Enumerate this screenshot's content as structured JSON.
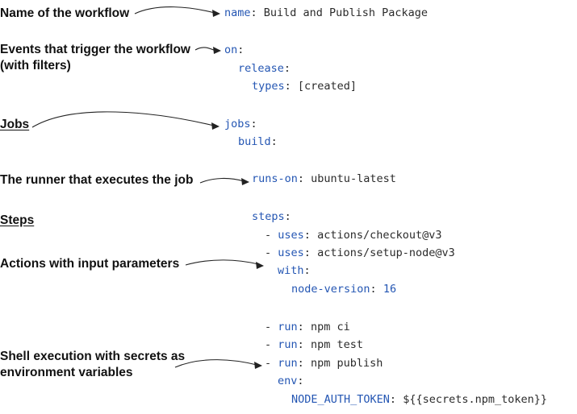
{
  "annotations": {
    "name": "Name of the workflow",
    "events_1": "Events that trigger the workflow",
    "events_2": "(with filters)",
    "jobs": "Jobs",
    "runner": "The runner that executes the job",
    "steps": "Steps",
    "actions": "Actions with input parameters",
    "shell_1": "Shell execution with secrets as",
    "shell_2": "environment variables"
  },
  "yaml": {
    "name_key": "name",
    "name_val": "Build and Publish Package",
    "on_key": "on",
    "release_key": "release",
    "types_key": "types",
    "types_val": "[created]",
    "jobs_key": "jobs",
    "build_key": "build",
    "runs_on_key": "runs-on",
    "runs_on_val": "ubuntu-latest",
    "steps_key": "steps",
    "dash": "-",
    "uses_key": "uses",
    "checkout_val": "actions/checkout@v3",
    "setup_node_val": "actions/setup-node@v3",
    "with_key": "with",
    "node_version_key": "node-version",
    "node_version_val": "16",
    "run_key": "run",
    "npm_ci_val": "npm ci",
    "npm_test_val": "npm test",
    "npm_publish_val": "npm publish",
    "env_key": "env",
    "token_key": "NODE_AUTH_TOKEN",
    "token_val": "${{secrets.npm_token}}"
  },
  "colors": {
    "key": "#2456b3",
    "value": "#2b2b2b",
    "label": "#111111"
  }
}
